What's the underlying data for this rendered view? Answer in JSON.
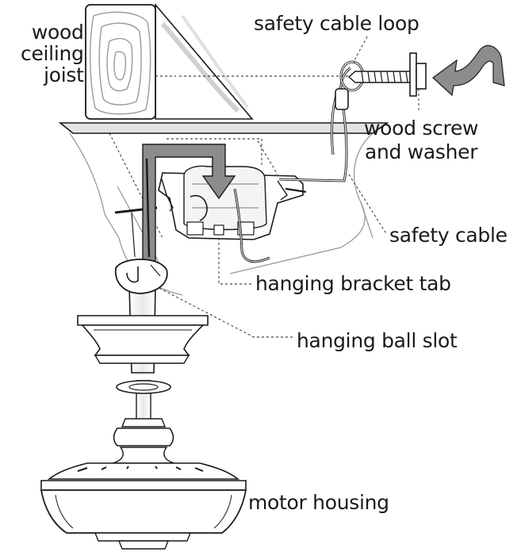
{
  "labels": {
    "wood_ceiling_joist": "wood\nceiling\njoist",
    "safety_cable_loop": "safety cable loop",
    "wood_screw_and_washer": "wood screw\nand washer",
    "safety_cable": "safety cable",
    "hanging_bracket_tab": "hanging bracket tab",
    "hanging_ball_slot": "hanging ball slot",
    "motor_housing": "motor housing"
  },
  "colors": {
    "line": "#1a1a1a",
    "light_line": "#9a9a9a",
    "arrow_fill": "#8c8c8c",
    "wood_grain": "#b8b8b8"
  },
  "icons": {
    "direction_arrow": "downward-arrow-icon",
    "twist_arrow": "curved-turn-arrow-icon"
  }
}
